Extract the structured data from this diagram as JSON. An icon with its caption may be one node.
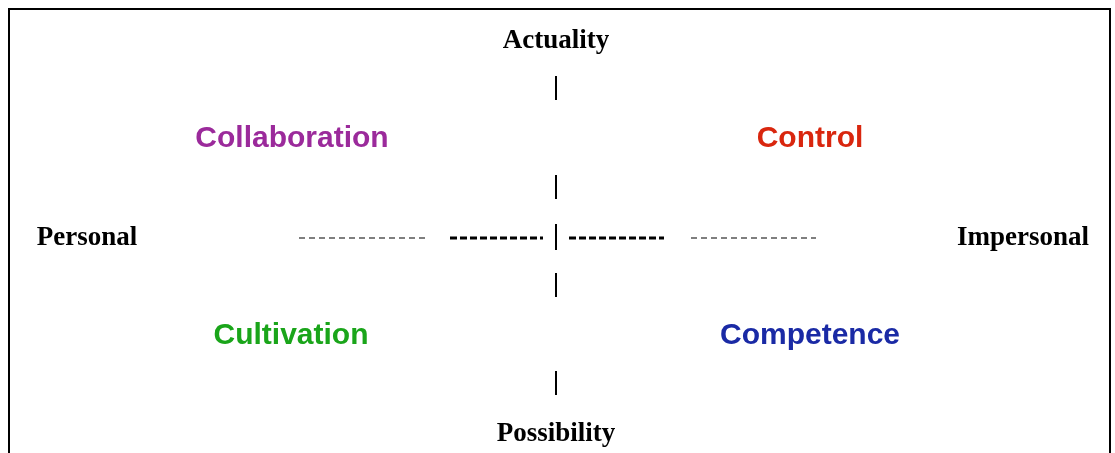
{
  "diagram": {
    "labels": [
      "Actuality",
      "Collaboration",
      "Control",
      "Personal",
      "Impersonal",
      "Cultivation",
      "Competence",
      "Possibility"
    ]
  }
}
